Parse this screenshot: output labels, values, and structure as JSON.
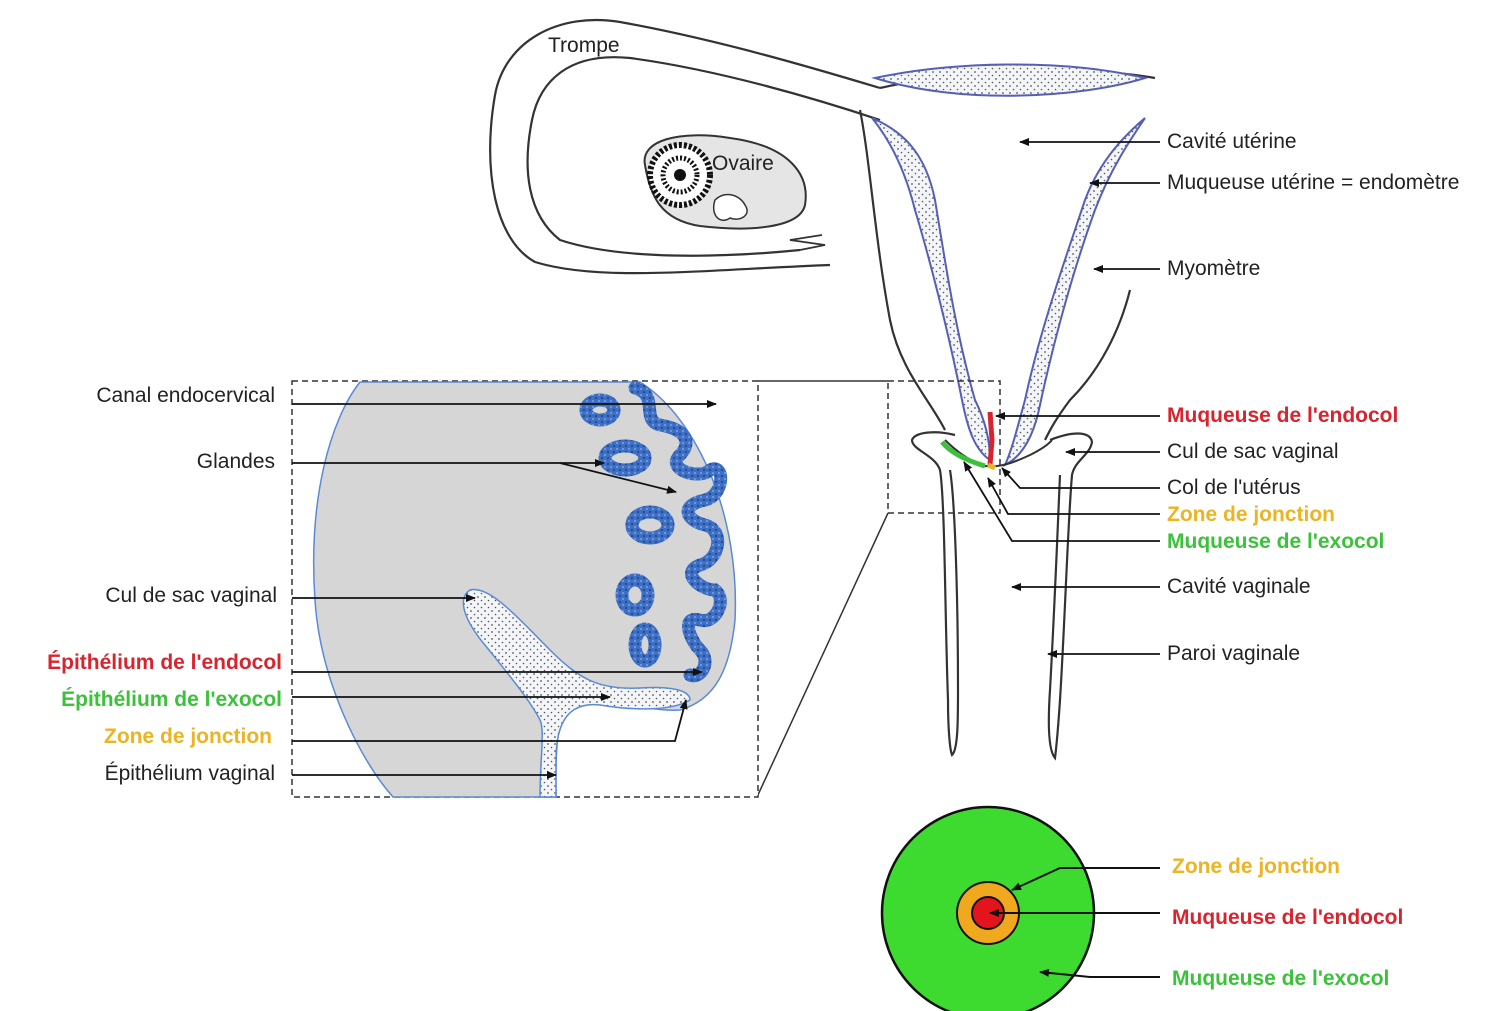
{
  "colors": {
    "endocol": "#d9232d",
    "exocol": "#3cc23a",
    "jonction": "#ecb322",
    "tissue_gray": "#d6d6d6",
    "gland_blue": "#3d6fc4",
    "outline": "#3a3a3a",
    "circle_green": "#3ddb2f",
    "circle_orange": "#f0a81e",
    "circle_red": "#e3141c"
  },
  "top_labels": {
    "trompe": "Trompe",
    "ovaire": "Ovaire"
  },
  "right_labels": {
    "cavite_uterine": "Cavité utérine",
    "muqueuse_uterine": "Muqueuse utérine = endomètre",
    "myometre": "Myomètre",
    "muqueuse_endocol": "Muqueuse de l'endocol",
    "cul_de_sac_vaginal": "Cul de sac vaginal",
    "col_uterus": "Col de l'utérus",
    "zone_jonction": "Zone de jonction",
    "muqueuse_exocol": "Muqueuse de l'exocol",
    "cavite_vaginale": "Cavité vaginale",
    "paroi_vaginale": "Paroi vaginale"
  },
  "left_labels": {
    "canal_endocervical": "Canal endocervical",
    "glandes": "Glandes",
    "cul_de_sac_vaginal": "Cul de sac vaginal",
    "epithelium_endocol": "Épithélium de l'endocol",
    "epithelium_exocol": "Épithélium de l'exocol",
    "zone_jonction": "Zone de jonction",
    "epithelium_vaginal": "Épithélium vaginal"
  },
  "circle_labels": {
    "zone_jonction": "Zone de jonction",
    "muqueuse_endocol": "Muqueuse de l'endocol",
    "muqueuse_exocol": "Muqueuse de l'exocol"
  }
}
